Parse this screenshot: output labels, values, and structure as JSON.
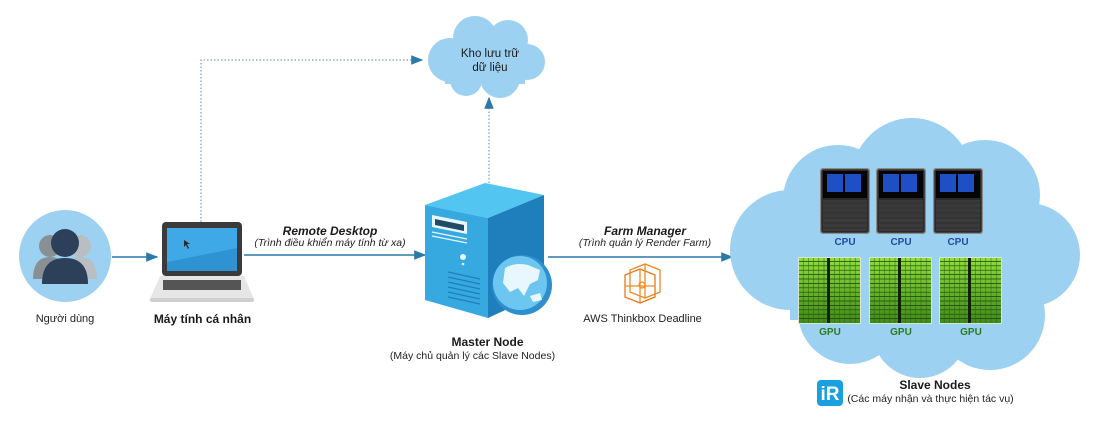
{
  "colors": {
    "cloud": "#9dd1f1",
    "connector": "#2a79a8",
    "dotted_connector": "#8fb4c8",
    "server_front": "#35a9e0",
    "server_side": "#1f7fbd",
    "server_top": "#52c6f0",
    "user_circle": "#9dd1f1",
    "user_primary": "#2c405a",
    "cpu_accent": "#1e4fc4",
    "gpu_accent": "#6bc427",
    "deadline_orange": "#f08a24",
    "logo_blue": "#1aa0e0"
  },
  "nodes": {
    "user": {
      "label": "Người dùng",
      "icon": "users-icon"
    },
    "laptop": {
      "label": "Máy tính cá nhân",
      "icon": "laptop-icon"
    },
    "storage": {
      "line1": "Kho lưu trữ",
      "line2": "dữ liệu",
      "icon": "cloud-icon"
    },
    "master": {
      "title": "Master Node",
      "subtitle": "(Máy chủ quản lý các Slave Nodes)",
      "icon": "server-globe-icon"
    },
    "deadline": {
      "label": "AWS Thinkbox Deadline",
      "icon": "deadline-cube-icon"
    },
    "slaves": {
      "title": "Slave Nodes",
      "subtitle": "(Các máy nhận và thực hiện tác vụ)",
      "logo": "iR",
      "cpus": [
        "CPU",
        "CPU",
        "CPU"
      ],
      "gpus": [
        "GPU",
        "GPU",
        "GPU"
      ]
    }
  },
  "edges": {
    "remote_desktop": {
      "title": "Remote Desktop",
      "subtitle": "(Trình điều khiển máy tính từ xa)"
    },
    "farm_manager": {
      "title": "Farm Manager",
      "subtitle": "(Trình quản lý Render Farm)"
    }
  }
}
